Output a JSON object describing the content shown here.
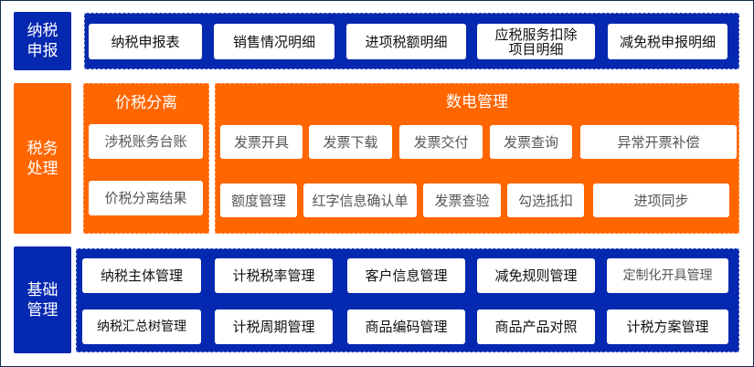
{
  "sections": [
    {
      "label": "纳税申报",
      "items": [
        "纳税申报表",
        "销售情况明细",
        "进项税额明细",
        "应税服务扣除项目明细",
        "减免税申报明细"
      ]
    },
    {
      "label": "税务处理",
      "groups": [
        {
          "title": "价税分离",
          "items": [
            "涉税账务台账",
            "价税分离结果"
          ]
        },
        {
          "title": "数电管理",
          "items": [
            "发票开具",
            "发票下载",
            "发票交付",
            "发票查询",
            "异常开票补偿",
            "额度管理",
            "红字信息确认单",
            "发票查验",
            "勾选抵扣",
            "进项同步"
          ]
        }
      ]
    },
    {
      "label": "基础管理",
      "items": [
        "纳税主体管理",
        "计税税率管理",
        "客户信息管理",
        "减免规则管理",
        "定制化开具管理",
        "纳税汇总树管理",
        "计税周期管理",
        "商品编码管理",
        "商品产品对照",
        "计税方案管理"
      ]
    }
  ],
  "colors": {
    "blue": "#0528b0",
    "orange": "#ff6600"
  }
}
